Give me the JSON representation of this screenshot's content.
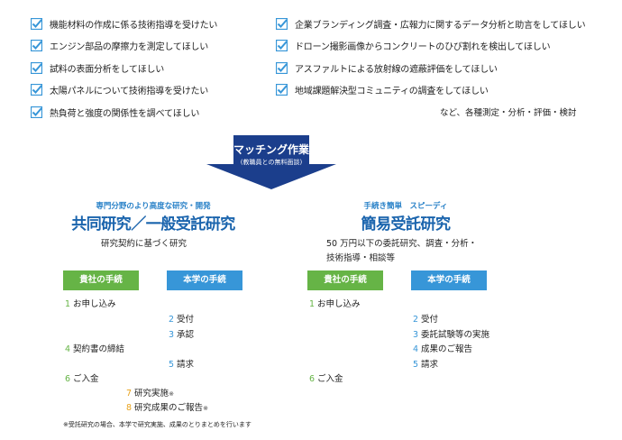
{
  "needs_left": [
    "機能材料の作成に係る技術指導を受けたい",
    "エンジン部品の摩擦力を測定してほしい",
    "試料の表面分析をしてほしい",
    "太陽パネルについて技術指導を受けたい",
    "熱負荷と強度の関係性を調べてほしい"
  ],
  "needs_right": [
    "企業ブランディング調査・広報力に関するデータ分析と助言をしてほしい",
    "ドローン撮影画像からコンクリートのひび割れを検出してほしい",
    "アスファルトによる放射線の遮蔽評価をしてほしい",
    "地域課題解決型コミュニティの調査をしてほしい"
  ],
  "needs_etc": "など、各種測定・分析・評価・検討",
  "matching": {
    "title": "マッチング作業",
    "subtitle": "(教職員との無料面談)"
  },
  "joint": {
    "subtitle": "専門分野のより高度な研究・開発",
    "title": "共同研究／一般受託研究",
    "desc": "研究契約に基づく研究",
    "company_label": "貴社の手続",
    "univ_label": "本学の手続",
    "steps": [
      {
        "n": "1",
        "text": "お申し込み"
      },
      {
        "n": "2",
        "text": "受付"
      },
      {
        "n": "3",
        "text": "承認"
      },
      {
        "n": "4",
        "text": "契約書の締結"
      },
      {
        "n": "5",
        "text": "請求"
      },
      {
        "n": "6",
        "text": "ご入金"
      },
      {
        "n": "7",
        "text": "研究実施",
        "mark": "※"
      },
      {
        "n": "8",
        "text": "研究成果のご報告",
        "mark": "※"
      }
    ]
  },
  "simple": {
    "subtitle": "手続き簡単　スピーディ",
    "title": "簡易受託研究",
    "desc_line1": "50 万円以下の委託研究、調査・分析・",
    "desc_line2": "技術指導・相談等",
    "company_label": "貴社の手続",
    "univ_label": "本学の手続",
    "steps": [
      {
        "n": "1",
        "text": "お申し込み"
      },
      {
        "n": "2",
        "text": "受付"
      },
      {
        "n": "3",
        "text": "委託試験等の実施"
      },
      {
        "n": "4",
        "text": "成果のご報告"
      },
      {
        "n": "5",
        "text": "請求"
      },
      {
        "n": "6",
        "text": "ご入金"
      }
    ]
  },
  "footnote": "※受託研究の場合、本学で研究実施、成果のとりまとめを行います",
  "colors": {
    "navy": "#1b3e8c",
    "blue": "#3796d8",
    "green": "#66b446",
    "title_blue": "#1a64ad"
  }
}
